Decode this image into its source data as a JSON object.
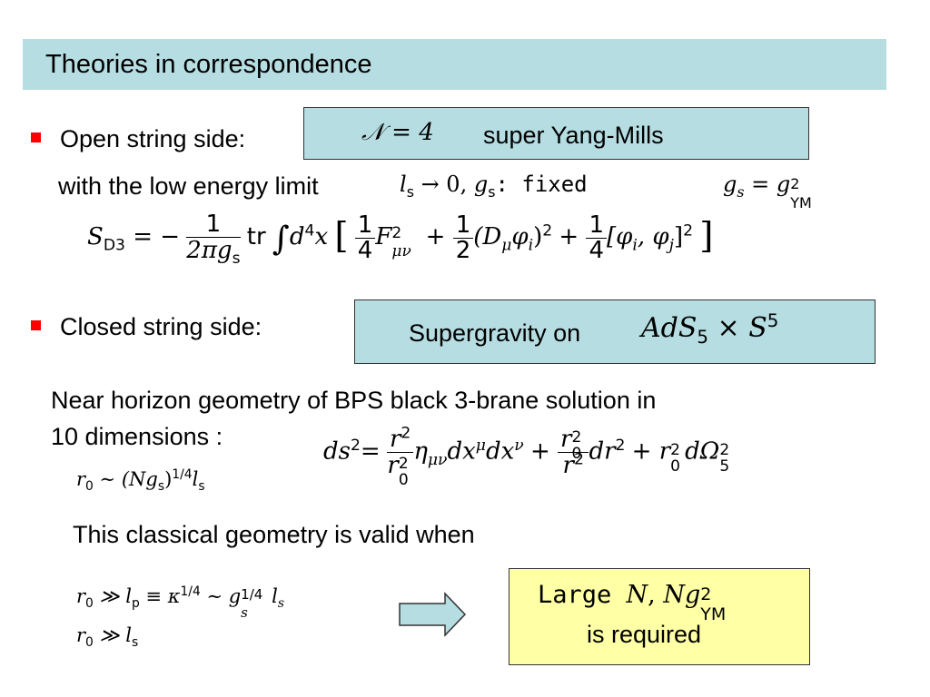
{
  "slide": {
    "title": "Theories in correspondence",
    "open_string": {
      "label": "Open string side:",
      "box_math": "𝒩 = 4",
      "box_text": "super Yang-Mills",
      "limit_text": "with the low energy limit",
      "limit_math_ls": "l",
      "limit_math_s": "s",
      "limit_math_rest": " → 0, ",
      "limit_math_gs": "g",
      "limit_math_fixed": ":  fixed",
      "gs_relation_lhs": "g",
      "gs_relation_sub": "s",
      "gs_relation_eq": " = g",
      "gs_relation_sup": "2",
      "gs_relation_ym": "YM"
    },
    "action": {
      "S": "S",
      "S_sub": "D3",
      "eq": " = −",
      "frac_num": "1",
      "frac_den": "2πg",
      "frac_den_sub": "s",
      "tr": "tr",
      "integral": "∫",
      "measure": "d",
      "measure_sup": "4",
      "measure_x": "x",
      "lb": "[",
      "t1_num": "1",
      "t1_den": "4",
      "F": "F",
      "F_sup": "2",
      "F_sub": "μν",
      "plus1": " + ",
      "t2_num": "1",
      "t2_den": "2",
      "D": "(D",
      "D_sub": "μ",
      "phi_i": "φ",
      "phi_i_sub": "i",
      "D_close": ")",
      "D_sup": "2",
      "plus2": " + ",
      "t3_num": "1",
      "t3_den": "4",
      "comm": "[φ",
      "comm_i": "i",
      "comm_mid": ", φ",
      "comm_j": "j",
      "comm_close": "]",
      "comm_sup": "2",
      "rb": "]"
    },
    "closed_string": {
      "label": "Closed string side:",
      "box_text": "Supergravity on",
      "ads": "AdS",
      "ads_sub": "5",
      "times": " × S",
      "s_sup": "5"
    },
    "near_horizon": {
      "line1": "Near horizon geometry of BPS black 3-brane solution in",
      "line2": "10 dimensions :",
      "r0_relation": "r",
      "r0_sub": "0",
      "r0_rest": " ∼ (Ng",
      "r0_s": "s",
      "r0_pow": ")",
      "r0_sup": "1/4",
      "r0_l": "l",
      "r0_ls": "s"
    },
    "metric": {
      "ds": "ds",
      "ds_sup": "2",
      "eq": "=",
      "f1_num": "r",
      "f1_num_sup": "2",
      "f1_den": "r",
      "f1_den_sup": "2",
      "f1_den_sub": "0",
      "eta": "η",
      "eta_sub": "μν",
      "dx1": "dx",
      "dx1_sup": "μ",
      "dx2": "dx",
      "dx2_sup": "ν",
      "plus1": " + ",
      "f2_num": "r",
      "f2_num_sup": "2",
      "f2_num_sub": "0",
      "f2_den": "r",
      "f2_den_sup": "2",
      "dr": "dr",
      "dr_sup": "2",
      "plus2": " + r",
      "r0_sup": "2",
      "r0_sub": "0",
      "omega": "dΩ",
      "omega_sup": "2",
      "omega_sub": "5"
    },
    "validity": {
      "text": "This classical geometry is valid when",
      "cond1_r": "r",
      "cond1_r_sub": "0",
      "cond1_rest": " ≫ l",
      "cond1_lp_sub": "p",
      "cond1_eq": " ≡ κ",
      "cond1_kappa_sup": "1/4",
      "cond1_sim": " ∼ g",
      "cond1_g_sup": "1/4",
      "cond1_g_sub": "s",
      "cond1_l": "l",
      "cond1_l_sub": "s",
      "cond2_r": "r",
      "cond2_r_sub": "0",
      "cond2_rest": " ≫ l",
      "cond2_l_sub": "s"
    },
    "requirement": {
      "large": "Large ",
      "N": "N",
      "comma": ", ",
      "Ng": "Ng",
      "ng_sup": "2",
      "ng_sub": "YM",
      "text": "is required"
    }
  },
  "colors": {
    "title_bar": "#b5dde2",
    "bullet": "#ff0000",
    "requirement_box": "#ffffa6",
    "arrow_fill": "#b5dde2"
  }
}
